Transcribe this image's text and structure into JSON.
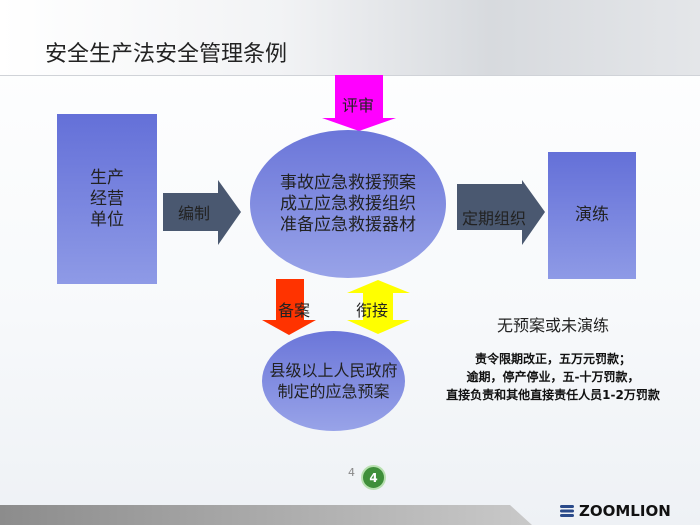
{
  "title": "安全生产法安全管理条例",
  "left_box": {
    "lines": [
      "生产",
      "经营",
      "单位"
    ]
  },
  "arrow_compile": "编制",
  "arrow_review": "评审",
  "center_ellipse": {
    "lines": [
      "事故应急救援预案",
      "成立应急救援组织",
      "准备应急救援器材"
    ]
  },
  "arrow_organize": "定期组织",
  "right_box": "演练",
  "arrow_file": "备案",
  "arrow_link": "衔接",
  "lower_ellipse": {
    "lines": [
      "县级以上人民政府",
      "制定的应急预案"
    ]
  },
  "penalty": {
    "heading": "无预案或未演练",
    "lines": [
      "责令限期改正，五万元罚款；",
      "逾期，停产停业，五-十万罚款，",
      "直接负责和其他直接责任人员1-2万罚款"
    ]
  },
  "page_number": "4",
  "page_badge": "4",
  "logo": "ZOOMLION",
  "colors": {
    "shape": "#6b76d9",
    "arrow": "#4a5870",
    "review": "#ff00ff",
    "file": "#ff3300",
    "link": "#ffff00",
    "badge": "#3f8f3a"
  }
}
